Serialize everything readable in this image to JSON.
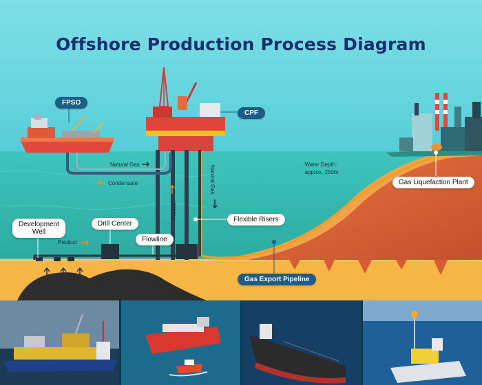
{
  "title": "Offshore Production Process Diagram",
  "labels": {
    "fpso": "FPSO",
    "cpf": "CPF",
    "natural_gas_flow": "Natural Gas",
    "condensate": "Condensate",
    "natural_gas_riser": "Natural Gas",
    "product_riser": "Product",
    "water_depth_line1": "Water Depth :",
    "water_depth_line2": "approx. 250m",
    "gas_liquefaction_plant": "Gas Liquefaction Plant",
    "development_well_line1": "Development",
    "development_well_line2": "Well",
    "drill_center": "Drill Center",
    "product_flow": "Product",
    "flowline": "Flowline",
    "flexible_risers": "Flexible Risers",
    "gas_export_pipeline": "Gas Export Pipeline"
  },
  "photos": [
    {
      "name": "fpso-vessel-photo"
    },
    {
      "name": "fpso-with-tug-photo"
    },
    {
      "name": "tanker-ship-photo"
    },
    {
      "name": "offshore-platform-flare-photo"
    }
  ],
  "colors": {
    "sky": "#5fd3dc",
    "sea": "#3cbcb2",
    "seabed": "#f6b544",
    "land_slope": "#e0643a",
    "title": "#1a2f6b",
    "pill_dark": "#1b5d86",
    "arrow_orange": "#f0902a",
    "pipe_yellow": "#f0a020"
  }
}
